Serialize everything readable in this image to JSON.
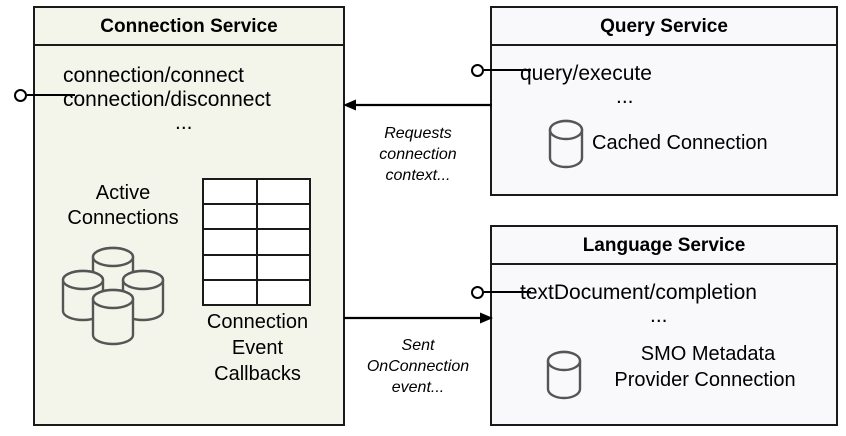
{
  "diagram": {
    "title": "Connection Service component interaction diagram",
    "type": "uml-component-diagram",
    "background_color": "#ffffff",
    "stroke_color": "#1a1a1a"
  },
  "components": [
    {
      "id": "connection-service",
      "title": "Connection Service",
      "fill_color": "#f3f5ea",
      "operations": [
        "connection/connect",
        "connection/disconnect"
      ],
      "ellipsis": "...",
      "store_label": "Active\nConnections",
      "store_label_line1": "Active",
      "store_label_line2": "Connections",
      "store_icon": "multiple-database-cylinders-icon",
      "table_label_line1": "Connection",
      "table_label_line2": "Event",
      "table_label_line3": "Callbacks",
      "table_icon": "table-grid-icon",
      "table_rows": 5,
      "table_columns": 2,
      "interface_icon": "lollipop-provided-interface-icon"
    },
    {
      "id": "query-service",
      "title": "Query Service",
      "fill_color": "#f9f9fb",
      "operations": [
        "query/execute"
      ],
      "ellipsis": "...",
      "store_label": "Cached Connection",
      "store_icon": "database-cylinder-icon",
      "interface_icon": "lollipop-provided-interface-icon"
    },
    {
      "id": "language-service",
      "title": "Language Service",
      "fill_color": "#f9f9fb",
      "operations": [
        "textDocument/completion"
      ],
      "ellipsis": "...",
      "store_label_line1": "SMO Metadata",
      "store_label_line2": "Provider Connection",
      "store_icon": "database-cylinder-icon",
      "interface_icon": "lollipop-provided-interface-icon"
    }
  ],
  "edges": [
    {
      "id": "query-to-connection",
      "from": "query-service",
      "to": "connection-service",
      "direction": "left",
      "label_line1": "Requests",
      "label_line2": "connection",
      "label_line3": "context..."
    },
    {
      "id": "connection-to-language",
      "from": "connection-service",
      "to": "language-service",
      "direction": "right",
      "label_line1": "Sent",
      "label_line2": "OnConnection",
      "label_line3": "event..."
    }
  ]
}
